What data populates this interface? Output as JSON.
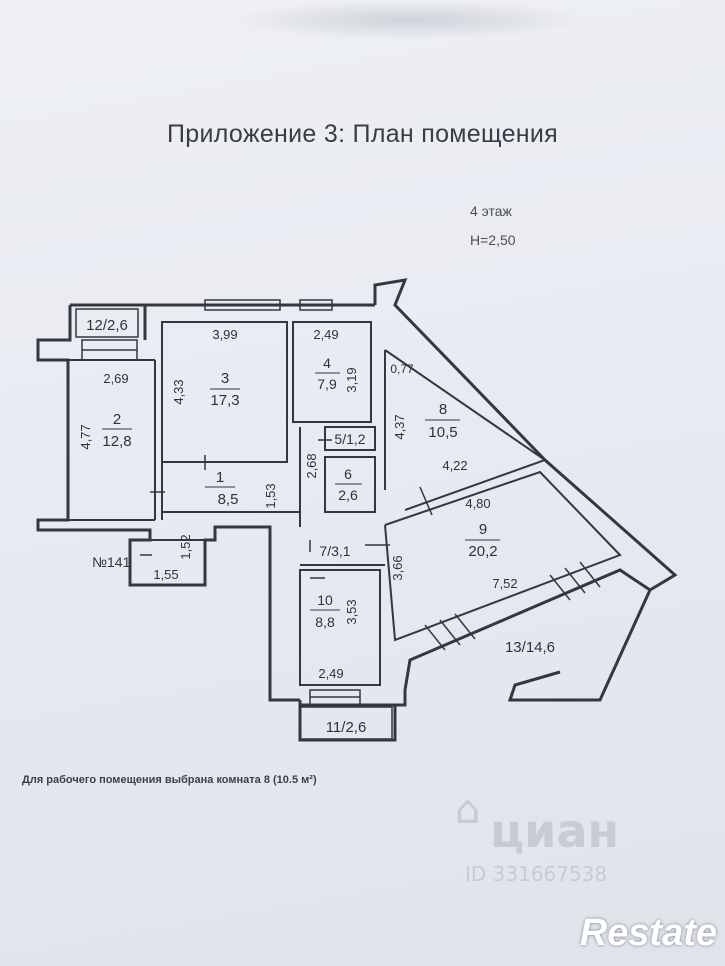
{
  "document": {
    "title": "Приложение 3: План помещения",
    "floor": "4 этаж",
    "height": "Н=2,50",
    "caption": "Для рабочего помещения выбрана комната 8 (10.5 м²)"
  },
  "plan": {
    "rooms": [
      {
        "number": "2",
        "area": "12,8"
      },
      {
        "number": "3",
        "area": "17,3"
      },
      {
        "number": "4",
        "area": "7,9"
      },
      {
        "number": "8",
        "area": "10,5"
      },
      {
        "number": "6",
        "area": "2,6"
      },
      {
        "number": "1",
        "area": "8,5"
      },
      {
        "number": "9",
        "area": "20,2"
      },
      {
        "number": "10",
        "area": "8,8"
      }
    ],
    "labels": {
      "r12": "12/2,6",
      "r5": "5/1,2",
      "r7": "7/3,1",
      "r13": "13/14,6",
      "r11": "11/2,6",
      "no141": "№141"
    },
    "dimensions": {
      "d_2_69": "2,69",
      "d_4_77": "4,77",
      "d_3_99": "3,99",
      "d_4_33": "4,33",
      "d_2_49_top": "2,49",
      "d_3_19": "3,19",
      "d_0_77": "0,77",
      "d_4_37": "4,37",
      "d_4_22": "4,22",
      "d_2_68": "2,68",
      "d_1_53": "1,53",
      "d_4_80": "4,80",
      "d_3_66": "3,66",
      "d_7_52": "7,52",
      "d_1_52": "1,52",
      "d_1_55": "1,55",
      "d_3_53": "3,53",
      "d_2_49_bottom": "2,49"
    }
  },
  "watermarks": {
    "cian": "циан",
    "cian_id": "ID 331667538",
    "brand": "Restate"
  }
}
